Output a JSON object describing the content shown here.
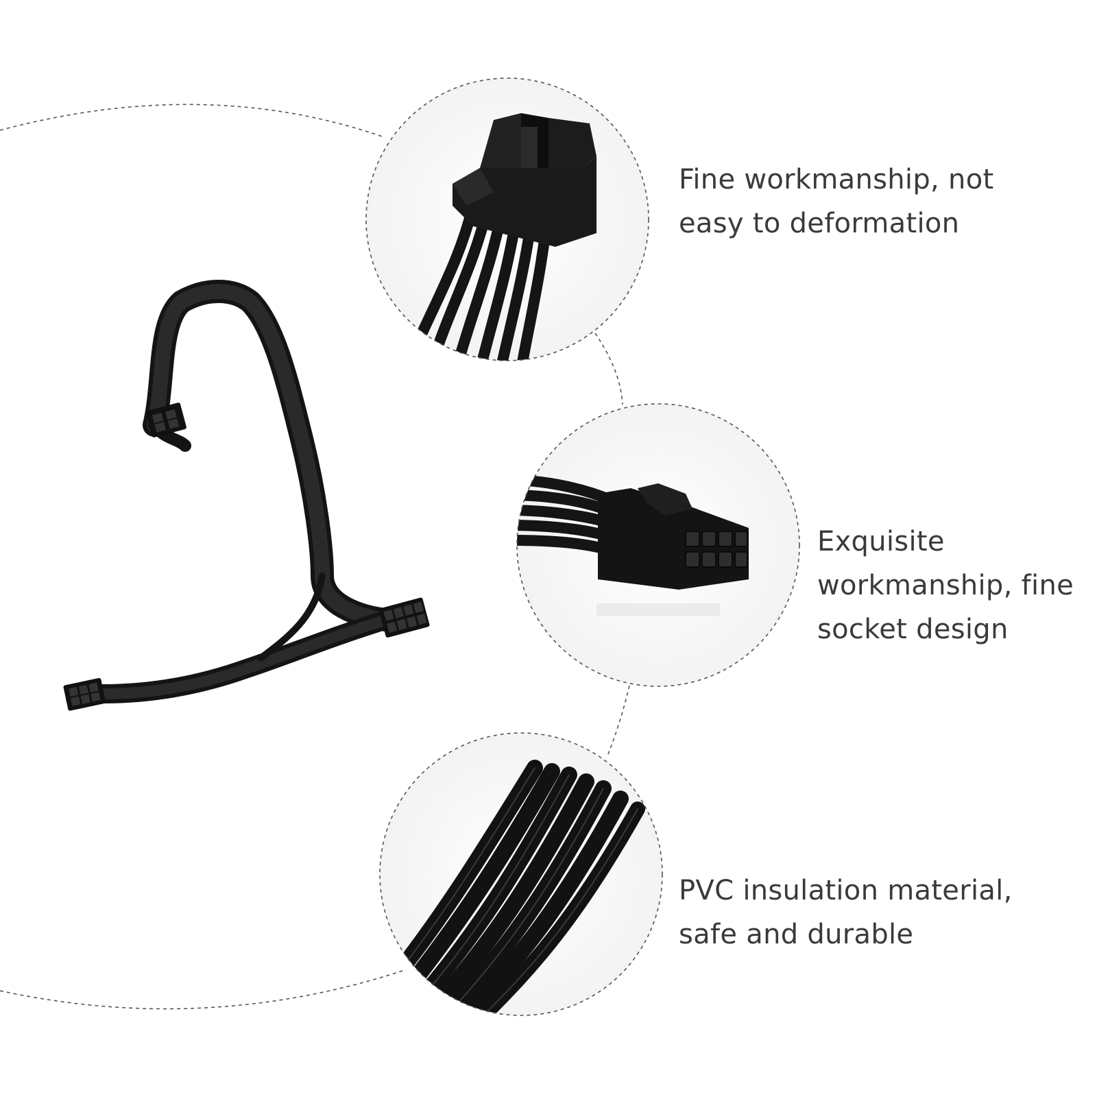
{
  "features": [
    {
      "lines": [
        "Fine workmanship, not",
        "easy to deformation"
      ],
      "detail": "connector-top-view"
    },
    {
      "lines": [
        "Exquisite",
        "workmanship, fine",
        "socket design"
      ],
      "detail": "socket-front-view"
    },
    {
      "lines": [
        "PVC insulation material,",
        "safe and durable"
      ],
      "detail": "cable-wire-closeup"
    }
  ],
  "colors": {
    "background": "#ffffff",
    "cable": "#141414",
    "dashed_outline": "#555555",
    "text": "#3a3a3a"
  }
}
